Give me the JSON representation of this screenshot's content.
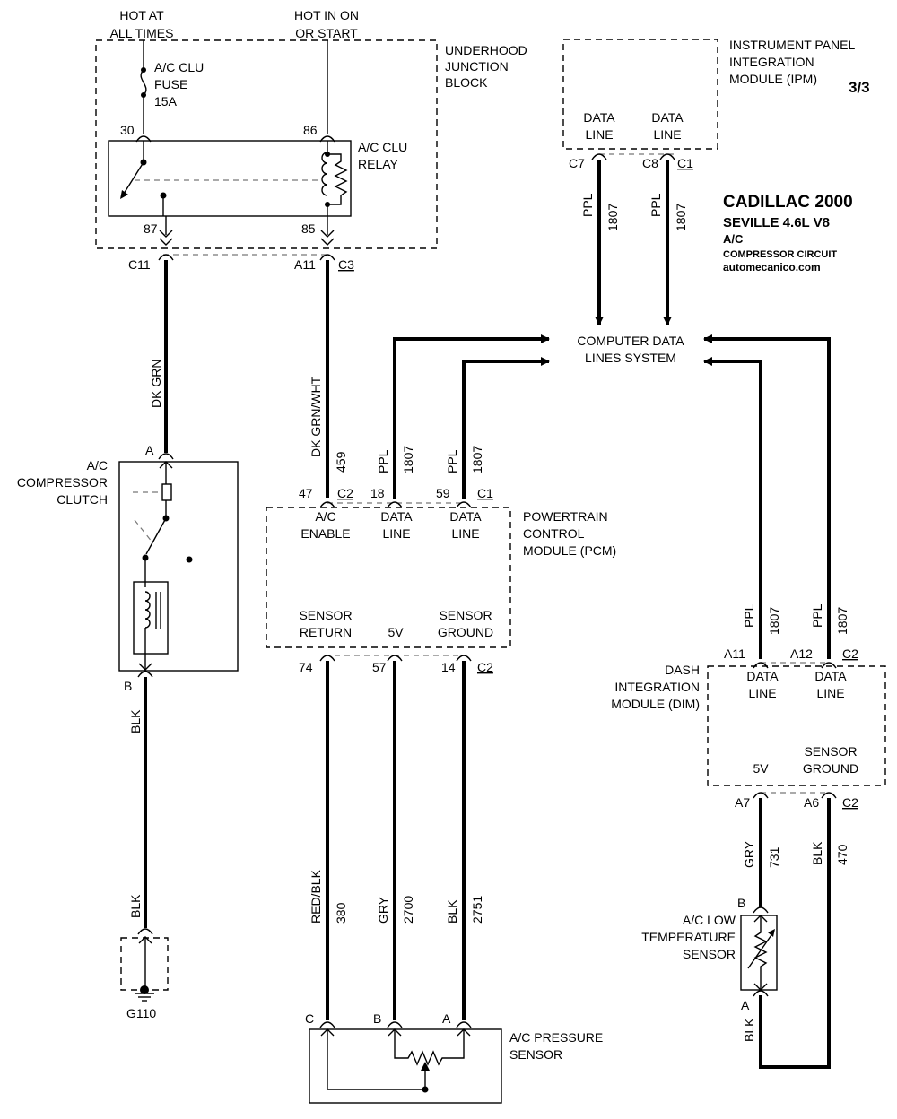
{
  "page_number": "3/3",
  "title_block": {
    "make_year": "CADILLAC 2000",
    "model": "SEVILLE  4.6L  V8",
    "system": "A/C",
    "circuit": "COMPRESSOR CIRCUIT",
    "website": "automecanico.com"
  },
  "power": {
    "hot_always": [
      "HOT AT",
      "ALL TIMES"
    ],
    "hot_run": [
      "HOT IN ON",
      "OR START"
    ]
  },
  "underhood_block": {
    "name": [
      "UNDERHOOD",
      "JUNCTION",
      "BLOCK"
    ],
    "fuse": [
      "A/C CLU",
      "FUSE",
      "15A"
    ],
    "relay": [
      "A/C CLU",
      "RELAY"
    ],
    "pins": {
      "p30": "30",
      "p86": "86",
      "p87": "87",
      "p85": "85"
    },
    "connectors": {
      "c11": "C11",
      "a11": "A11",
      "c3": "C3"
    }
  },
  "ipm": {
    "name": [
      "INSTRUMENT PANEL",
      "INTEGRATION",
      "MODULE (IPM)"
    ],
    "data_line": [
      "DATA",
      "LINE"
    ],
    "pins": {
      "c7": "C7",
      "c8": "C8",
      "c1": "C1"
    }
  },
  "data_system": [
    "COMPUTER DATA",
    "LINES SYSTEM"
  ],
  "wires": {
    "dkgrn": "DK GRN",
    "dkgrnwht": "DK GRN/WHT",
    "w459": "459",
    "ppl": "PPL",
    "w1807": "1807",
    "blk": "BLK",
    "redblk": "RED/BLK",
    "w380": "380",
    "gry": "GRY",
    "w2700": "2700",
    "w2751": "2751",
    "w731": "731",
    "w470": "470"
  },
  "clutch": {
    "name": [
      "A/C",
      "COMPRESSOR",
      "CLUTCH"
    ],
    "pin_a": "A",
    "pin_b": "B"
  },
  "ground": {
    "name": "G110"
  },
  "pcm": {
    "name": [
      "POWERTRAIN",
      "CONTROL",
      "MODULE (PCM)"
    ],
    "ac_enable": [
      "A/C",
      "ENABLE"
    ],
    "data_line": [
      "DATA",
      "LINE"
    ],
    "sensor_return": [
      "SENSOR",
      "RETURN"
    ],
    "v5": "5V",
    "sensor_ground": [
      "SENSOR",
      "GROUND"
    ],
    "pins": {
      "p47": "47",
      "c2": "C2",
      "p18": "18",
      "p59": "59",
      "c1": "C1",
      "p74": "74",
      "p57": "57",
      "p14": "14"
    }
  },
  "dim": {
    "name": [
      "DASH",
      "INTEGRATION",
      "MODULE (DIM)"
    ],
    "data_line": [
      "DATA",
      "LINE"
    ],
    "v5": "5V",
    "sensor_ground": [
      "SENSOR",
      "GROUND"
    ],
    "pins": {
      "a11": "A11",
      "a12": "A12",
      "c2": "C2",
      "a7": "A7",
      "a6": "A6"
    }
  },
  "low_temp_sensor": {
    "name": [
      "A/C LOW",
      "TEMPERATURE",
      "SENSOR"
    ],
    "pin_b": "B",
    "pin_a": "A"
  },
  "pressure_sensor": {
    "name": [
      "A/C PRESSURE",
      "SENSOR"
    ],
    "pins": {
      "c": "C",
      "b": "B",
      "a": "A"
    }
  }
}
